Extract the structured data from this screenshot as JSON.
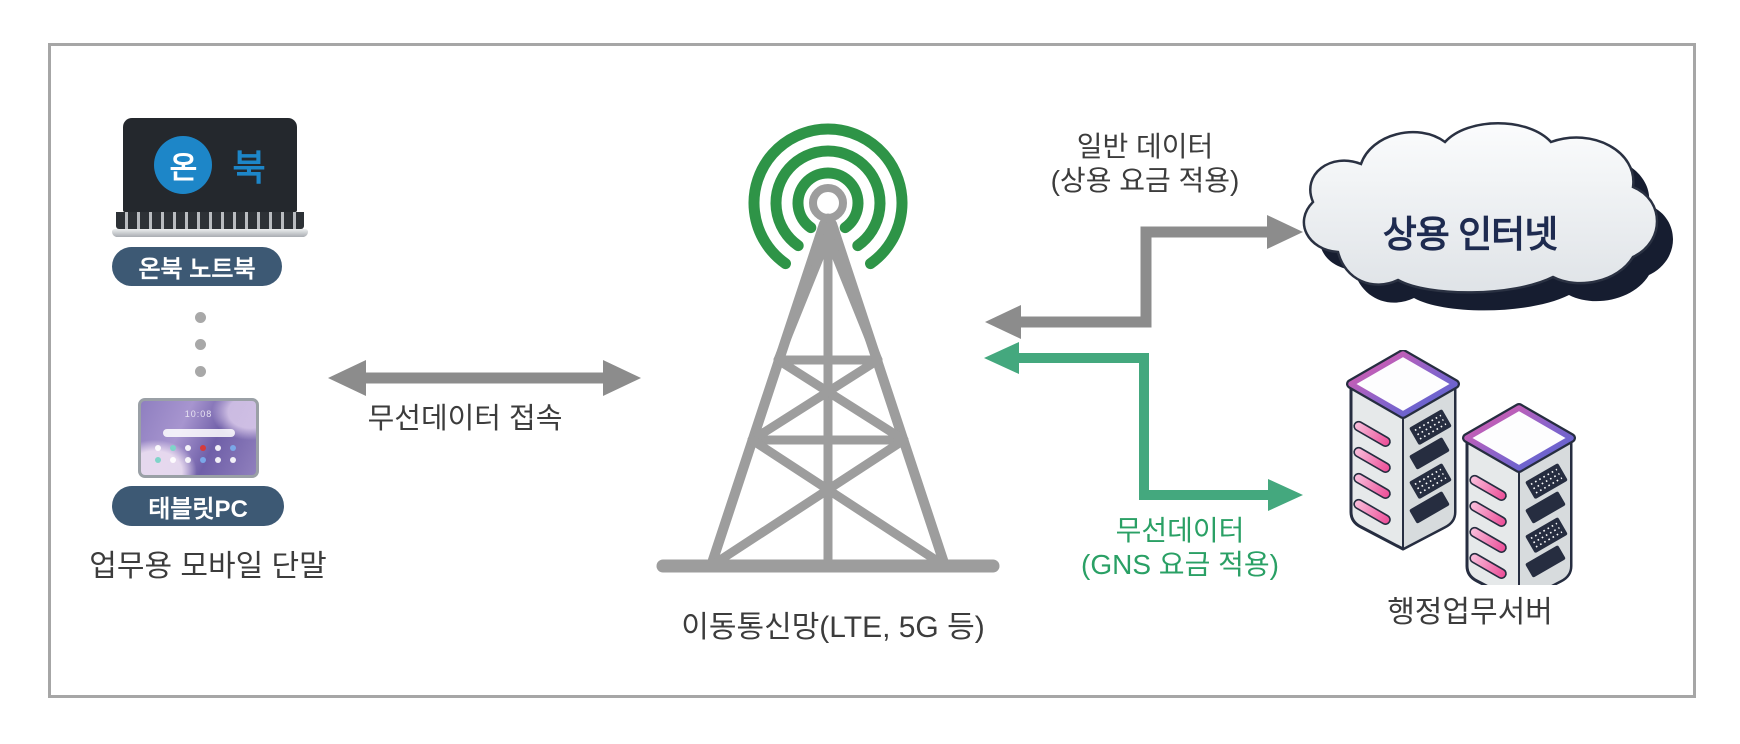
{
  "colors": {
    "arc_green": "#2e9447",
    "arrow_green": "#44a87e",
    "arrow_gray": "#8c8c8c",
    "tower_gray": "#9d9d9d",
    "badge_bg": "#3d5974",
    "onbook_blue": "#1d86c8",
    "cloud_text_navy": "#1e2b50",
    "label_text": "#3c3c3c",
    "server_pink": "#ec4d97"
  },
  "left_group": {
    "laptop": {
      "screen_circle_char": "온",
      "screen_char": "북",
      "badge": "온북 노트북"
    },
    "tablet": {
      "time": "10:08",
      "badge": "태블릿PC"
    },
    "caption": "업무용 모바일 단말"
  },
  "center": {
    "link_label": "무선데이터 접속",
    "tower_label": "이동통신망(LTE, 5G 등)"
  },
  "right_group": {
    "commercial": {
      "line1": "일반 데이터",
      "line2": "(상용 요금 적용)"
    },
    "gns": {
      "line1": "무선데이터",
      "line2": "(GNS 요금 적용)"
    },
    "cloud_label": "상용 인터넷",
    "server_label": "행정업무서버"
  }
}
